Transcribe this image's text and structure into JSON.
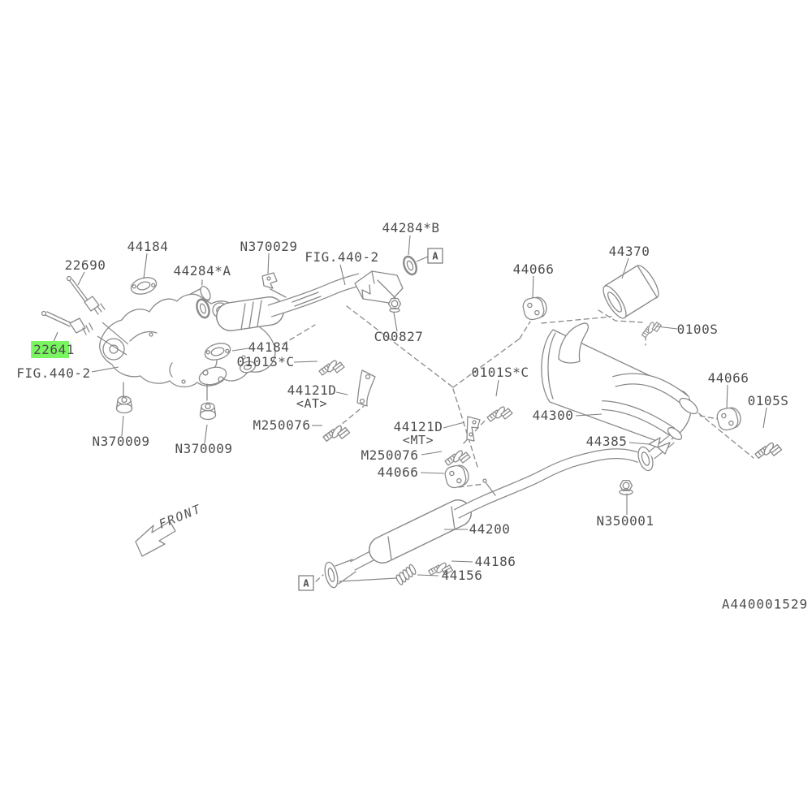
{
  "diagram": {
    "code": "A440001529",
    "front_label": "FRONT",
    "view_markers": {
      "top": "A",
      "bottom": "A"
    },
    "colors": {
      "line": "#8a8a8a",
      "text": "#4d4d4d",
      "highlight": "#78f55f"
    },
    "parts": [
      {
        "label": "22690"
      },
      {
        "label": "44184"
      },
      {
        "label": "44284*A"
      },
      {
        "label": "N370029"
      },
      {
        "label": "FIG.440-2"
      },
      {
        "label": "44284*B"
      },
      {
        "label": "22641",
        "highlighted": true
      },
      {
        "label": "FIG.440-2"
      },
      {
        "label": "44184"
      },
      {
        "label": "0101S*C"
      },
      {
        "label": "44121D",
        "variant": "<AT>"
      },
      {
        "label": "M250076"
      },
      {
        "label": "N370009"
      },
      {
        "label": "N370009"
      },
      {
        "label": "C00827"
      },
      {
        "label": "44370"
      },
      {
        "label": "44066"
      },
      {
        "label": "0100S"
      },
      {
        "label": "0101S*C"
      },
      {
        "label": "44066"
      },
      {
        "label": "0105S"
      },
      {
        "label": "44300"
      },
      {
        "label": "44121D",
        "variant": "<MT>"
      },
      {
        "label": "44385"
      },
      {
        "label": "M250076"
      },
      {
        "label": "44066"
      },
      {
        "label": "N350001"
      },
      {
        "label": "44200"
      },
      {
        "label": "44186"
      },
      {
        "label": "44156"
      }
    ]
  }
}
